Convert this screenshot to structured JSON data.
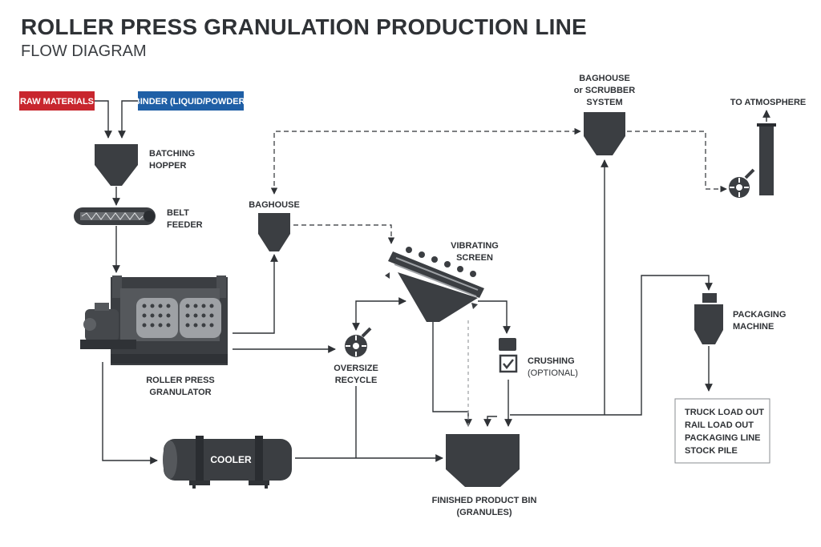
{
  "header": {
    "title": "ROLLER PRESS GRANULATION PRODUCTION LINE",
    "subtitle": "FLOW DIAGRAM"
  },
  "inputs": {
    "raw_materials": "RAW MATERIALS",
    "binder": "BINDER (LIQUID/POWDER)"
  },
  "equipment": {
    "batching_hopper": [
      "BATCHING",
      "HOPPER"
    ],
    "belt_feeder": [
      "BELT",
      "FEEDER"
    ],
    "roller_press": [
      "ROLLER PRESS",
      "GRANULATOR"
    ],
    "baghouse": "BAGHOUSE",
    "baghouse_scrubber": [
      "BAGHOUSE",
      "or SCRUBBER",
      "SYSTEM"
    ],
    "to_atmosphere": "TO ATMOSPHERE",
    "vibrating_screen": [
      "VIBRATING",
      "SCREEN"
    ],
    "oversize_recycle": [
      "OVERSIZE",
      "RECYCLE"
    ],
    "crushing": "CRUSHING",
    "crushing_note": "(OPTIONAL)",
    "cooler": "COOLER",
    "finished_bin": [
      "FINISHED PRODUCT BIN",
      "(GRANULES)"
    ],
    "packaging": [
      "PACKAGING",
      "MACHINE"
    ]
  },
  "outputs": [
    "TRUCK LOAD OUT",
    "RAIL LOAD OUT",
    "PACKAGING LINE",
    "STOCK PILE"
  ],
  "colors": {
    "raw_materials": "#c8262e",
    "binder": "#1f5fa6",
    "equipment": "#3b3e42"
  }
}
